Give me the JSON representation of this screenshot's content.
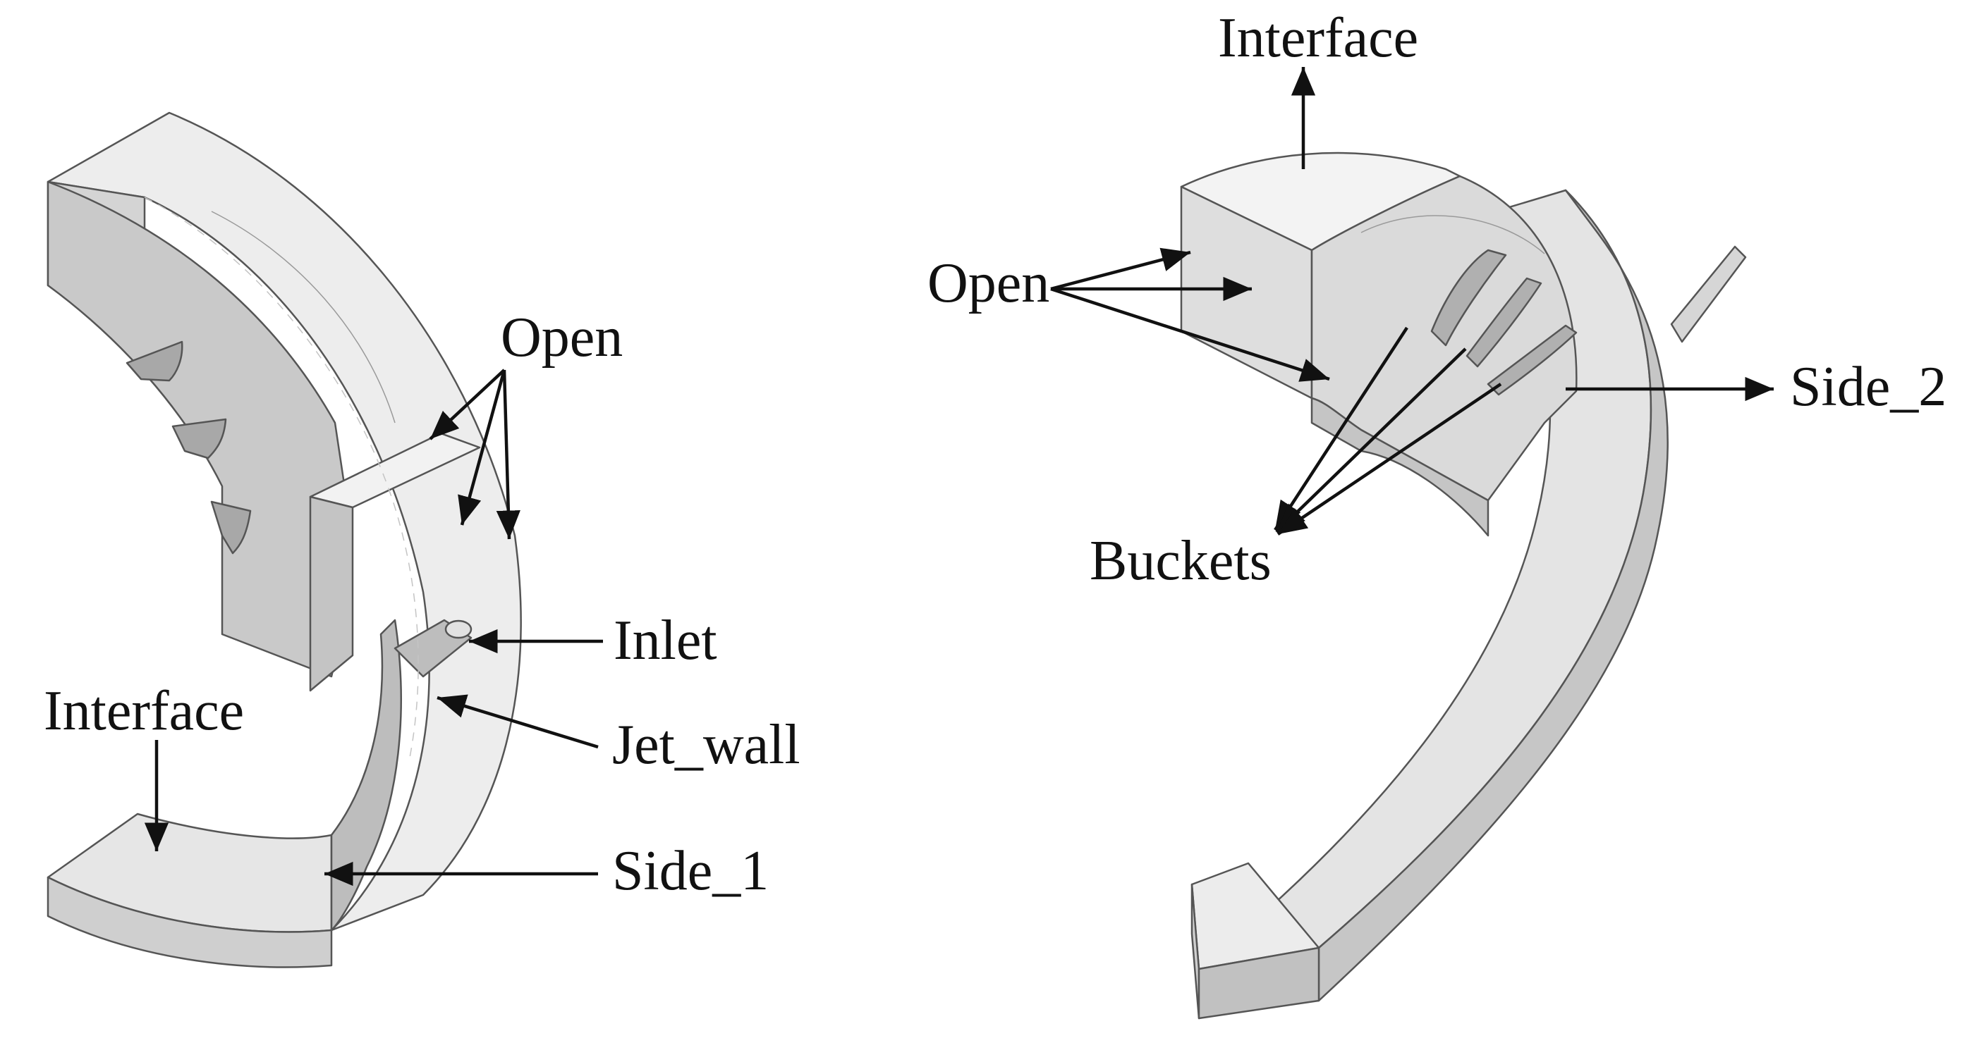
{
  "colors": {
    "face_light": "#ececec",
    "face_mid": "#dadada",
    "face_dark": "#c2c2c2",
    "face_darker": "#b4b4b4",
    "edge": "#555555",
    "label": "#111111"
  },
  "left_view": {
    "labels": {
      "open": "Open",
      "inlet": "Inlet",
      "jet_wall": "Jet_wall",
      "interface": "Interface",
      "side_1": "Side_1"
    }
  },
  "right_view": {
    "labels": {
      "interface": "Interface",
      "open": "Open",
      "side_2": "Side_2",
      "buckets": "Buckets"
    }
  }
}
